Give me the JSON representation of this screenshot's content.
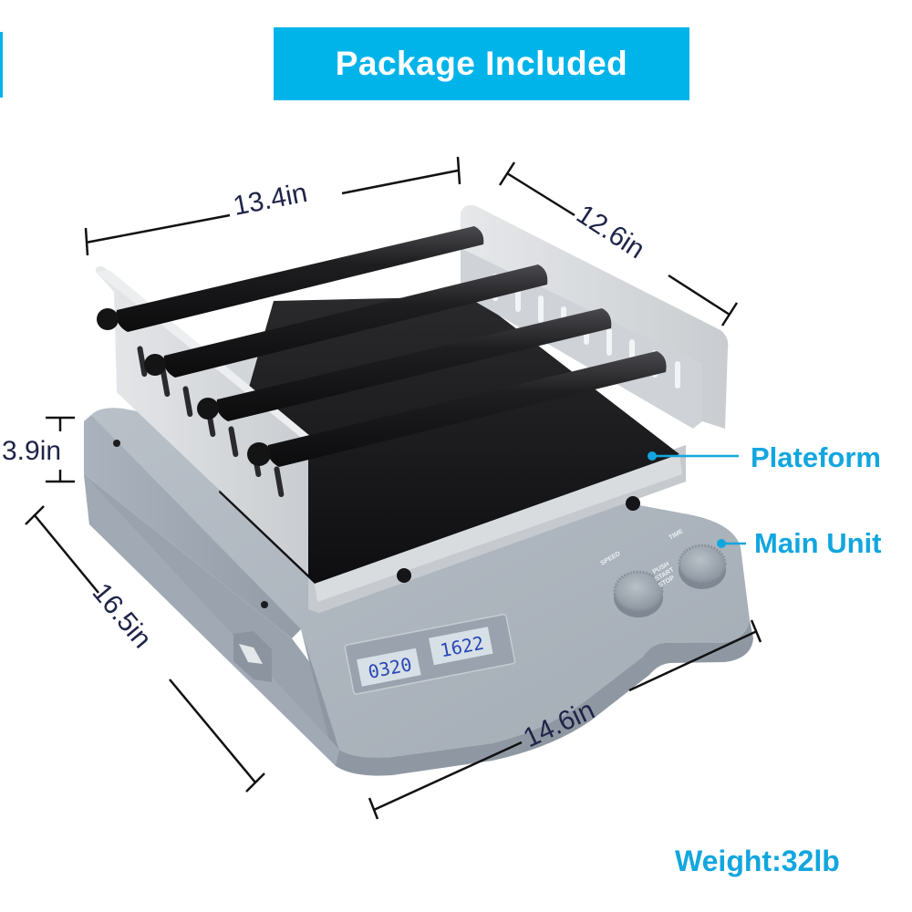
{
  "banner": {
    "title": "Package Included",
    "color": "#00b4ea"
  },
  "dimensions": {
    "width_top": "13.4in",
    "depth_top": "12.6in",
    "height": "3.9in",
    "depth_base": "16.5in",
    "width_base": "14.6in"
  },
  "callouts": {
    "platform": "Plateform",
    "main_unit": "Main Unit",
    "color": "#12a6de"
  },
  "weight": "Weight:32lb",
  "device": {
    "lcd_left": "0320",
    "lcd_right": "1622",
    "knob_left_label": "SPEED",
    "knob_right_label": "TIME",
    "push_label_1": "PUSH",
    "push_label_2": "START",
    "push_label_3": "STOP",
    "roller_count": 4,
    "colors": {
      "base": "#a9b1ba",
      "frame": "#d9dcdf",
      "roller": "#1b1b1d",
      "tray": "#151517"
    }
  }
}
